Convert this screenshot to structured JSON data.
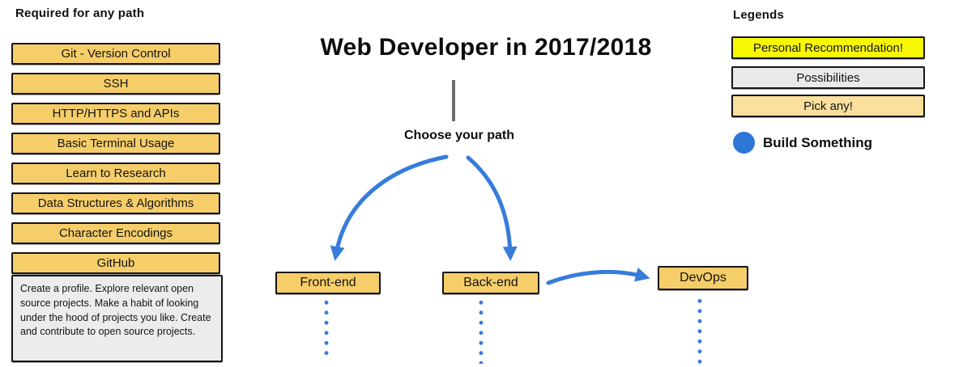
{
  "page": {
    "title": "Web Developer in 2017/2018"
  },
  "sidebar": {
    "heading": "Required for any path",
    "items": [
      "Git - Version Control",
      "SSH",
      "HTTP/HTTPS and APIs",
      "Basic Terminal Usage",
      "Learn to Research",
      "Data Structures & Algorithms",
      "Character Encodings",
      "GitHub"
    ],
    "github_note": "Create a profile. Explore relevant open source projects. Make a habit of looking under the hood of projects you like. Create and contribute to open source projects."
  },
  "flow": {
    "choose_label": "Choose your path",
    "nodes": [
      "Front-end",
      "Back-end",
      "DevOps"
    ]
  },
  "legends": {
    "heading": "Legends",
    "items": [
      {
        "label": "Personal Recommendation!",
        "color": "#F8F805"
      },
      {
        "label": "Possibilities",
        "color": "#E9E9E9"
      },
      {
        "label": "Pick any!",
        "color": "#FADF9D"
      }
    ],
    "build_something": "Build Something"
  },
  "colors": {
    "node_yellow": "#F6CE69",
    "arrow_blue": "#377CDB",
    "circle_blue": "#2E75D8",
    "note_gray": "#ECECEC",
    "connector_gray": "#6D6D6D"
  }
}
